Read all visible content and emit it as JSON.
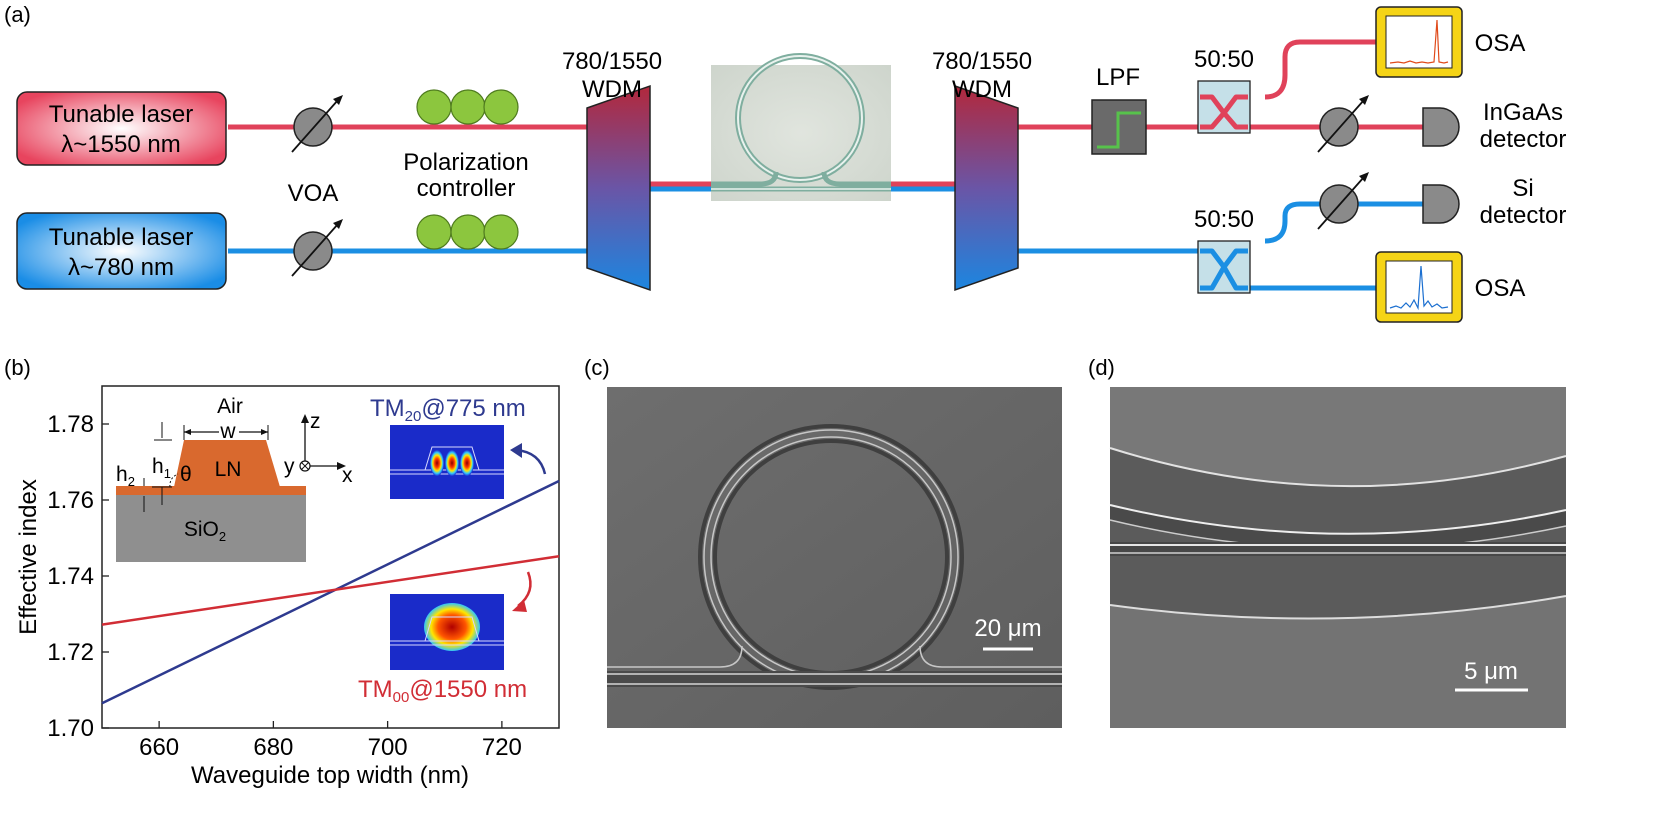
{
  "panels": {
    "a": "(a)",
    "b": "(b)",
    "c": "(c)",
    "d": "(d)"
  },
  "setup": {
    "laser1": {
      "line1": "Tunable laser",
      "line2": "λ~1550 nm"
    },
    "laser2": {
      "line1": "Tunable laser",
      "line2": "λ~780 nm"
    },
    "voa": "VOA",
    "pc": {
      "line1": "Polarization",
      "line2": "controller"
    },
    "wdm_left": {
      "line1": "780/1550",
      "line2": "WDM"
    },
    "wdm_right": {
      "line1": "780/1550",
      "line2": "WDM"
    },
    "lpf": "LPF",
    "splitter_top": "50:50",
    "splitter_bottom": "50:50",
    "osa_top": "OSA",
    "osa_bottom": "OSA",
    "ingaas": {
      "line1": "InGaAs",
      "line2": "detector"
    },
    "si": {
      "line1": "Si",
      "line2": "detector"
    },
    "colors": {
      "red": "#e0425a",
      "blue": "#1b8fe3",
      "green": "#8cc63e",
      "yellow": "#f5d416",
      "gray": "#8a8a8a"
    }
  },
  "inset": {
    "air": "Air",
    "w": "w",
    "ln": "LN",
    "sio2_main": "SiO",
    "sio2_sub": "2",
    "h1_main": "h",
    "h1_sub": "1",
    "h2_main": "h",
    "h2_sub": "2",
    "theta": "θ",
    "axis_z": "z",
    "axis_y": "y",
    "axis_x": "x",
    "ln_color": "#d9692e",
    "sio2_color": "#8f8f8f"
  },
  "chart_data": {
    "type": "line",
    "xlabel": "Waveguide top width (nm)",
    "ylabel": "Effective index",
    "xlim": [
      650,
      730
    ],
    "ylim": [
      1.7,
      1.79
    ],
    "xticks": [
      "660",
      "680",
      "700",
      "720"
    ],
    "yticks": [
      "1.70",
      "1.72",
      "1.74",
      "1.76",
      "1.78"
    ],
    "series": [
      {
        "name_main": "TM",
        "name_sub": "20",
        "name_rest": "@775 nm",
        "color": "#2e3a8f",
        "x": [
          650,
          730
        ],
        "y": [
          1.7065,
          1.765
        ]
      },
      {
        "name_main": "TM",
        "name_sub": "00",
        "name_rest": "@1550 nm",
        "color": "#d12d35",
        "x": [
          650,
          730
        ],
        "y": [
          1.7272,
          1.7452
        ]
      }
    ]
  },
  "sem_c": {
    "scale": "20 μm"
  },
  "sem_d": {
    "scale": "5 μm"
  }
}
